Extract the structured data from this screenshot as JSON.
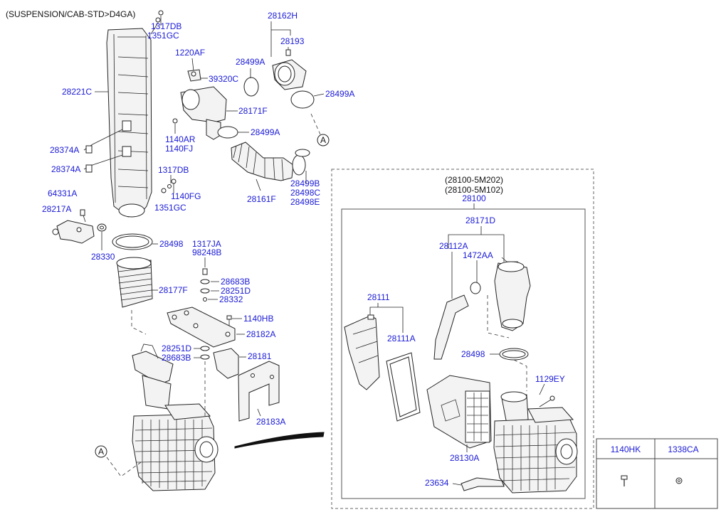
{
  "title": "(SUSPENSION/CAB-STD>D4GA)",
  "labels": {
    "l1317db_top": "1317DB",
    "l1351gc_top": "1351GC",
    "l28162h": "28162H",
    "l28193": "28193",
    "l1220af": "1220AF",
    "l28499a_1": "28499A",
    "l39320c": "39320C",
    "l28499a_2": "28499A",
    "l28221c": "28221C",
    "l28171f": "28171F",
    "l28499a_3": "28499A",
    "l1140ar": "1140AR",
    "l1140fj": "1140FJ",
    "circle_a_top": "A",
    "l28374a_1": "28374A",
    "l28374a_2": "28374A",
    "l1317db_mid": "1317DB",
    "l28499b": "28499B",
    "l28498c": "28498C",
    "l28498e": "28498E",
    "l28161f": "28161F",
    "l64331a": "64331A",
    "l1140fg": "1140FG",
    "l1351gc_mid": "1351GC",
    "l28217a": "28217A",
    "l28498_left": "28498",
    "l1317ja": "1317JA",
    "l98248b": "98248B",
    "l28330": "28330",
    "l28683b_1": "28683B",
    "l28177f": "28177F",
    "l28251d_1": "28251D",
    "l28332": "28332",
    "l1140hb": "1140HB",
    "l28182a": "28182A",
    "l28251d_2": "28251D",
    "l28683b_2": "28683B",
    "l28181": "28181",
    "l28183a": "28183A",
    "circle_a_bottom": "A",
    "assy_code_1": "(28100-5M202)",
    "assy_code_2": "(28100-5M102)",
    "assy_main": "28100",
    "l28171d": "28171D",
    "l28112a": "28112A",
    "l1472aa": "1472AA",
    "l28111": "28111",
    "l28111a": "28111A",
    "l28498_right": "28498",
    "l1129ey": "1129EY",
    "l28130a": "28130A",
    "l23634": "23634"
  },
  "legend_table": {
    "headers": [
      "1140HK",
      "1338CA"
    ],
    "icons": [
      "bolt-icon",
      "nut-icon"
    ]
  },
  "colors": {
    "label_blue": "#1a1ad6",
    "line_black": "#222222",
    "background": "#ffffff"
  }
}
